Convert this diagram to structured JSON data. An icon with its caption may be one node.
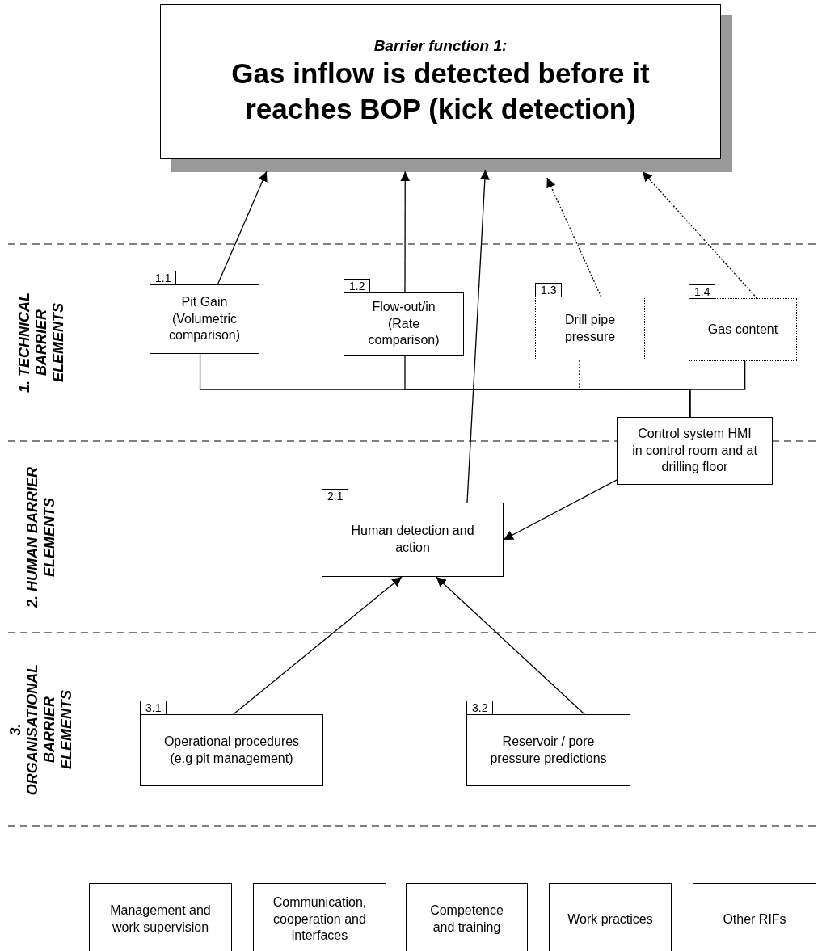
{
  "diagram": {
    "nodes": [
      {
        "text": [
          "Barrier function 1:",
          "Gas inflow is detected before it reaches BOP (kick detection)"
        ]
      },
      {
        "text": [
          "1.1",
          "Pit Gain (Volumetric comparison)"
        ]
      },
      {
        "text": [
          "1.2",
          "Flow-out/in (Rate comparison)"
        ]
      },
      {
        "text": [
          "1.3",
          "Drill pipe pressure"
        ]
      },
      {
        "text": [
          "1.4",
          "Gas content"
        ]
      },
      {
        "text": [
          "Control system HMI in control room and at drilling floor"
        ]
      },
      {
        "text": [
          "2.1",
          "Human detection and action"
        ]
      },
      {
        "text": [
          "3.1",
          "Operational procedures (e.g pit management)"
        ]
      },
      {
        "text": [
          "3.2",
          "Reservoir / pore pressure predictions"
        ]
      },
      {
        "text": [
          "Management and work supervision"
        ]
      },
      {
        "text": [
          "Communication, cooperation and interfaces"
        ]
      },
      {
        "text": [
          "Competence and training"
        ]
      },
      {
        "text": [
          "Work practices"
        ]
      },
      {
        "text": [
          "Other RIFs"
        ]
      }
    ],
    "edges": [
      {
        "from": 1,
        "to": 0,
        "arrow": "to"
      },
      {
        "from": 2,
        "to": 0,
        "arrow": "to"
      },
      {
        "from": 6,
        "to": 0,
        "arrow": "to"
      },
      {
        "from": 3,
        "to": 0,
        "arrow": "to",
        "style": "dashed"
      },
      {
        "from": 4,
        "to": 0,
        "arrow": "to",
        "style": "dashed"
      },
      {
        "from": 1,
        "to": 5,
        "arrow": "none"
      },
      {
        "from": 2,
        "to": 5,
        "arrow": "none"
      },
      {
        "from": 3,
        "to": 5,
        "arrow": "none",
        "style": "dashed"
      },
      {
        "from": 4,
        "to": 5,
        "arrow": "none"
      },
      {
        "from": 5,
        "to": 6,
        "arrow": "to"
      },
      {
        "from": 7,
        "to": 6,
        "arrow": "to"
      },
      {
        "from": 8,
        "to": 6,
        "arrow": "to"
      }
    ],
    "labels": [
      "1. TECHNICAL BARRIER ELEMENTS",
      "2. HUMAN BARRIER ELEMENTS",
      "3. ORGANISATIONAL BARRIER ELEMENTS"
    ]
  }
}
